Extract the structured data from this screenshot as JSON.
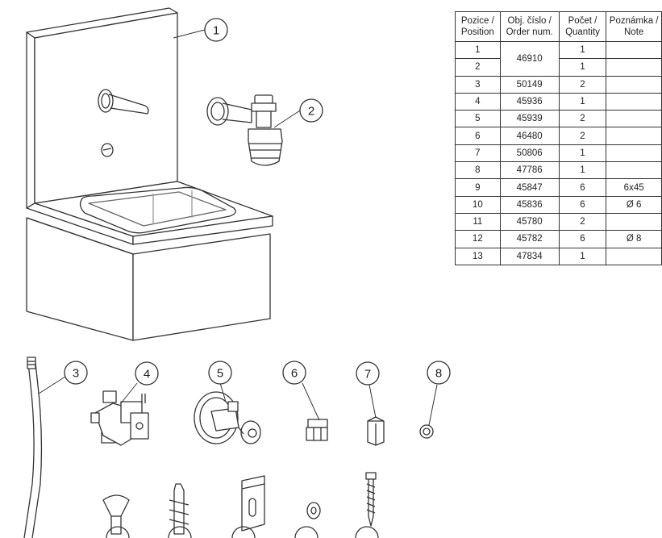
{
  "table": {
    "headers": [
      {
        "line1": "Pozice /",
        "line2": "Position"
      },
      {
        "line1": "Obj. číslo /",
        "line2": "Order num."
      },
      {
        "line1": "Počet /",
        "line2": "Quantity"
      },
      {
        "line1": "Poznámka /",
        "line2": "Note"
      }
    ],
    "rows": [
      {
        "position": "1",
        "order": "46910",
        "quantity": "1",
        "note": ""
      },
      {
        "position": "2",
        "order": "",
        "quantity": "1",
        "note": ""
      },
      {
        "position": "3",
        "order": "50149",
        "quantity": "2",
        "note": ""
      },
      {
        "position": "4",
        "order": "45936",
        "quantity": "1",
        "note": ""
      },
      {
        "position": "5",
        "order": "45939",
        "quantity": "2",
        "note": ""
      },
      {
        "position": "6",
        "order": "46480",
        "quantity": "2",
        "note": ""
      },
      {
        "position": "7",
        "order": "50806",
        "quantity": "1",
        "note": ""
      },
      {
        "position": "8",
        "order": "47786",
        "quantity": "1",
        "note": ""
      },
      {
        "position": "9",
        "order": "45847",
        "quantity": "6",
        "note": "6x45"
      },
      {
        "position": "10",
        "order": "45836",
        "quantity": "6",
        "note": "Ø 6"
      },
      {
        "position": "11",
        "order": "45780",
        "quantity": "2",
        "note": ""
      },
      {
        "position": "12",
        "order": "45782",
        "quantity": "6",
        "note": "Ø 8"
      },
      {
        "position": "13",
        "order": "47834",
        "quantity": "1",
        "note": ""
      }
    ]
  },
  "callouts": {
    "c1": "1",
    "c2": "2",
    "c3": "3",
    "c4": "4",
    "c5": "5",
    "c6": "6",
    "c7": "7",
    "c8": "8"
  }
}
